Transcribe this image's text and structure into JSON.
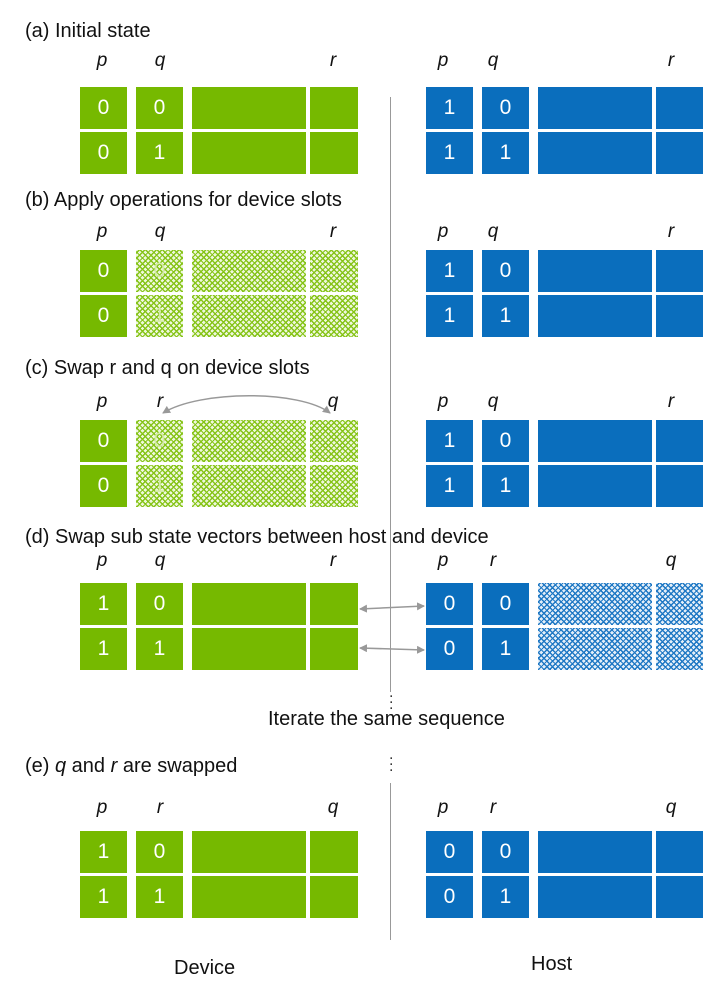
{
  "steps": [
    {
      "title": "(a) Initial state",
      "device": {
        "labels": [
          "p",
          "q",
          "r"
        ],
        "rows": [
          [
            "0",
            "0"
          ],
          [
            "0",
            "1"
          ]
        ],
        "hatched": false
      },
      "host": {
        "labels": [
          "p",
          "q",
          "r"
        ],
        "rows": [
          [
            "1",
            "0"
          ],
          [
            "1",
            "1"
          ]
        ],
        "hatched": false
      }
    },
    {
      "title": "(b) Apply operations for device slots",
      "device": {
        "labels": [
          "p",
          "q",
          "r"
        ],
        "rows": [
          [
            "0",
            "0"
          ],
          [
            "0",
            "1"
          ]
        ],
        "hatched": true
      },
      "host": {
        "labels": [
          "p",
          "q",
          "r"
        ],
        "rows": [
          [
            "1",
            "0"
          ],
          [
            "1",
            "1"
          ]
        ],
        "hatched": false
      }
    },
    {
      "title": "(c) Swap r and q on device slots",
      "device": {
        "labels": [
          "p",
          "r",
          "q"
        ],
        "rows": [
          [
            "0",
            "0"
          ],
          [
            "0",
            "1"
          ]
        ],
        "hatched": true
      },
      "host": {
        "labels": [
          "p",
          "q",
          "r"
        ],
        "rows": [
          [
            "1",
            "0"
          ],
          [
            "1",
            "1"
          ]
        ],
        "hatched": false
      }
    },
    {
      "title": "(d) Swap sub state vectors between host and device",
      "device": {
        "labels": [
          "p",
          "q",
          "r"
        ],
        "rows": [
          [
            "1",
            "0"
          ],
          [
            "1",
            "1"
          ]
        ],
        "hatched": false
      },
      "host": {
        "labels": [
          "p",
          "r",
          "q"
        ],
        "rows": [
          [
            "0",
            "0"
          ],
          [
            "0",
            "1"
          ]
        ],
        "hatched": true
      }
    },
    {
      "title_parts": [
        "(e) ",
        "q",
        " and ",
        "r",
        " are swapped"
      ],
      "device": {
        "labels": [
          "p",
          "r",
          "q"
        ],
        "rows": [
          [
            "1",
            "0"
          ],
          [
            "1",
            "1"
          ]
        ],
        "hatched": false
      },
      "host": {
        "labels": [
          "p",
          "r",
          "q"
        ],
        "rows": [
          [
            "0",
            "0"
          ],
          [
            "0",
            "1"
          ]
        ],
        "hatched": false
      }
    }
  ],
  "iterate_text": "Iterate the same sequence",
  "footer": {
    "device": "Device",
    "host": "Host"
  },
  "colors": {
    "device": "#76b900",
    "host": "#0a6ebd",
    "arrow": "#999999"
  }
}
